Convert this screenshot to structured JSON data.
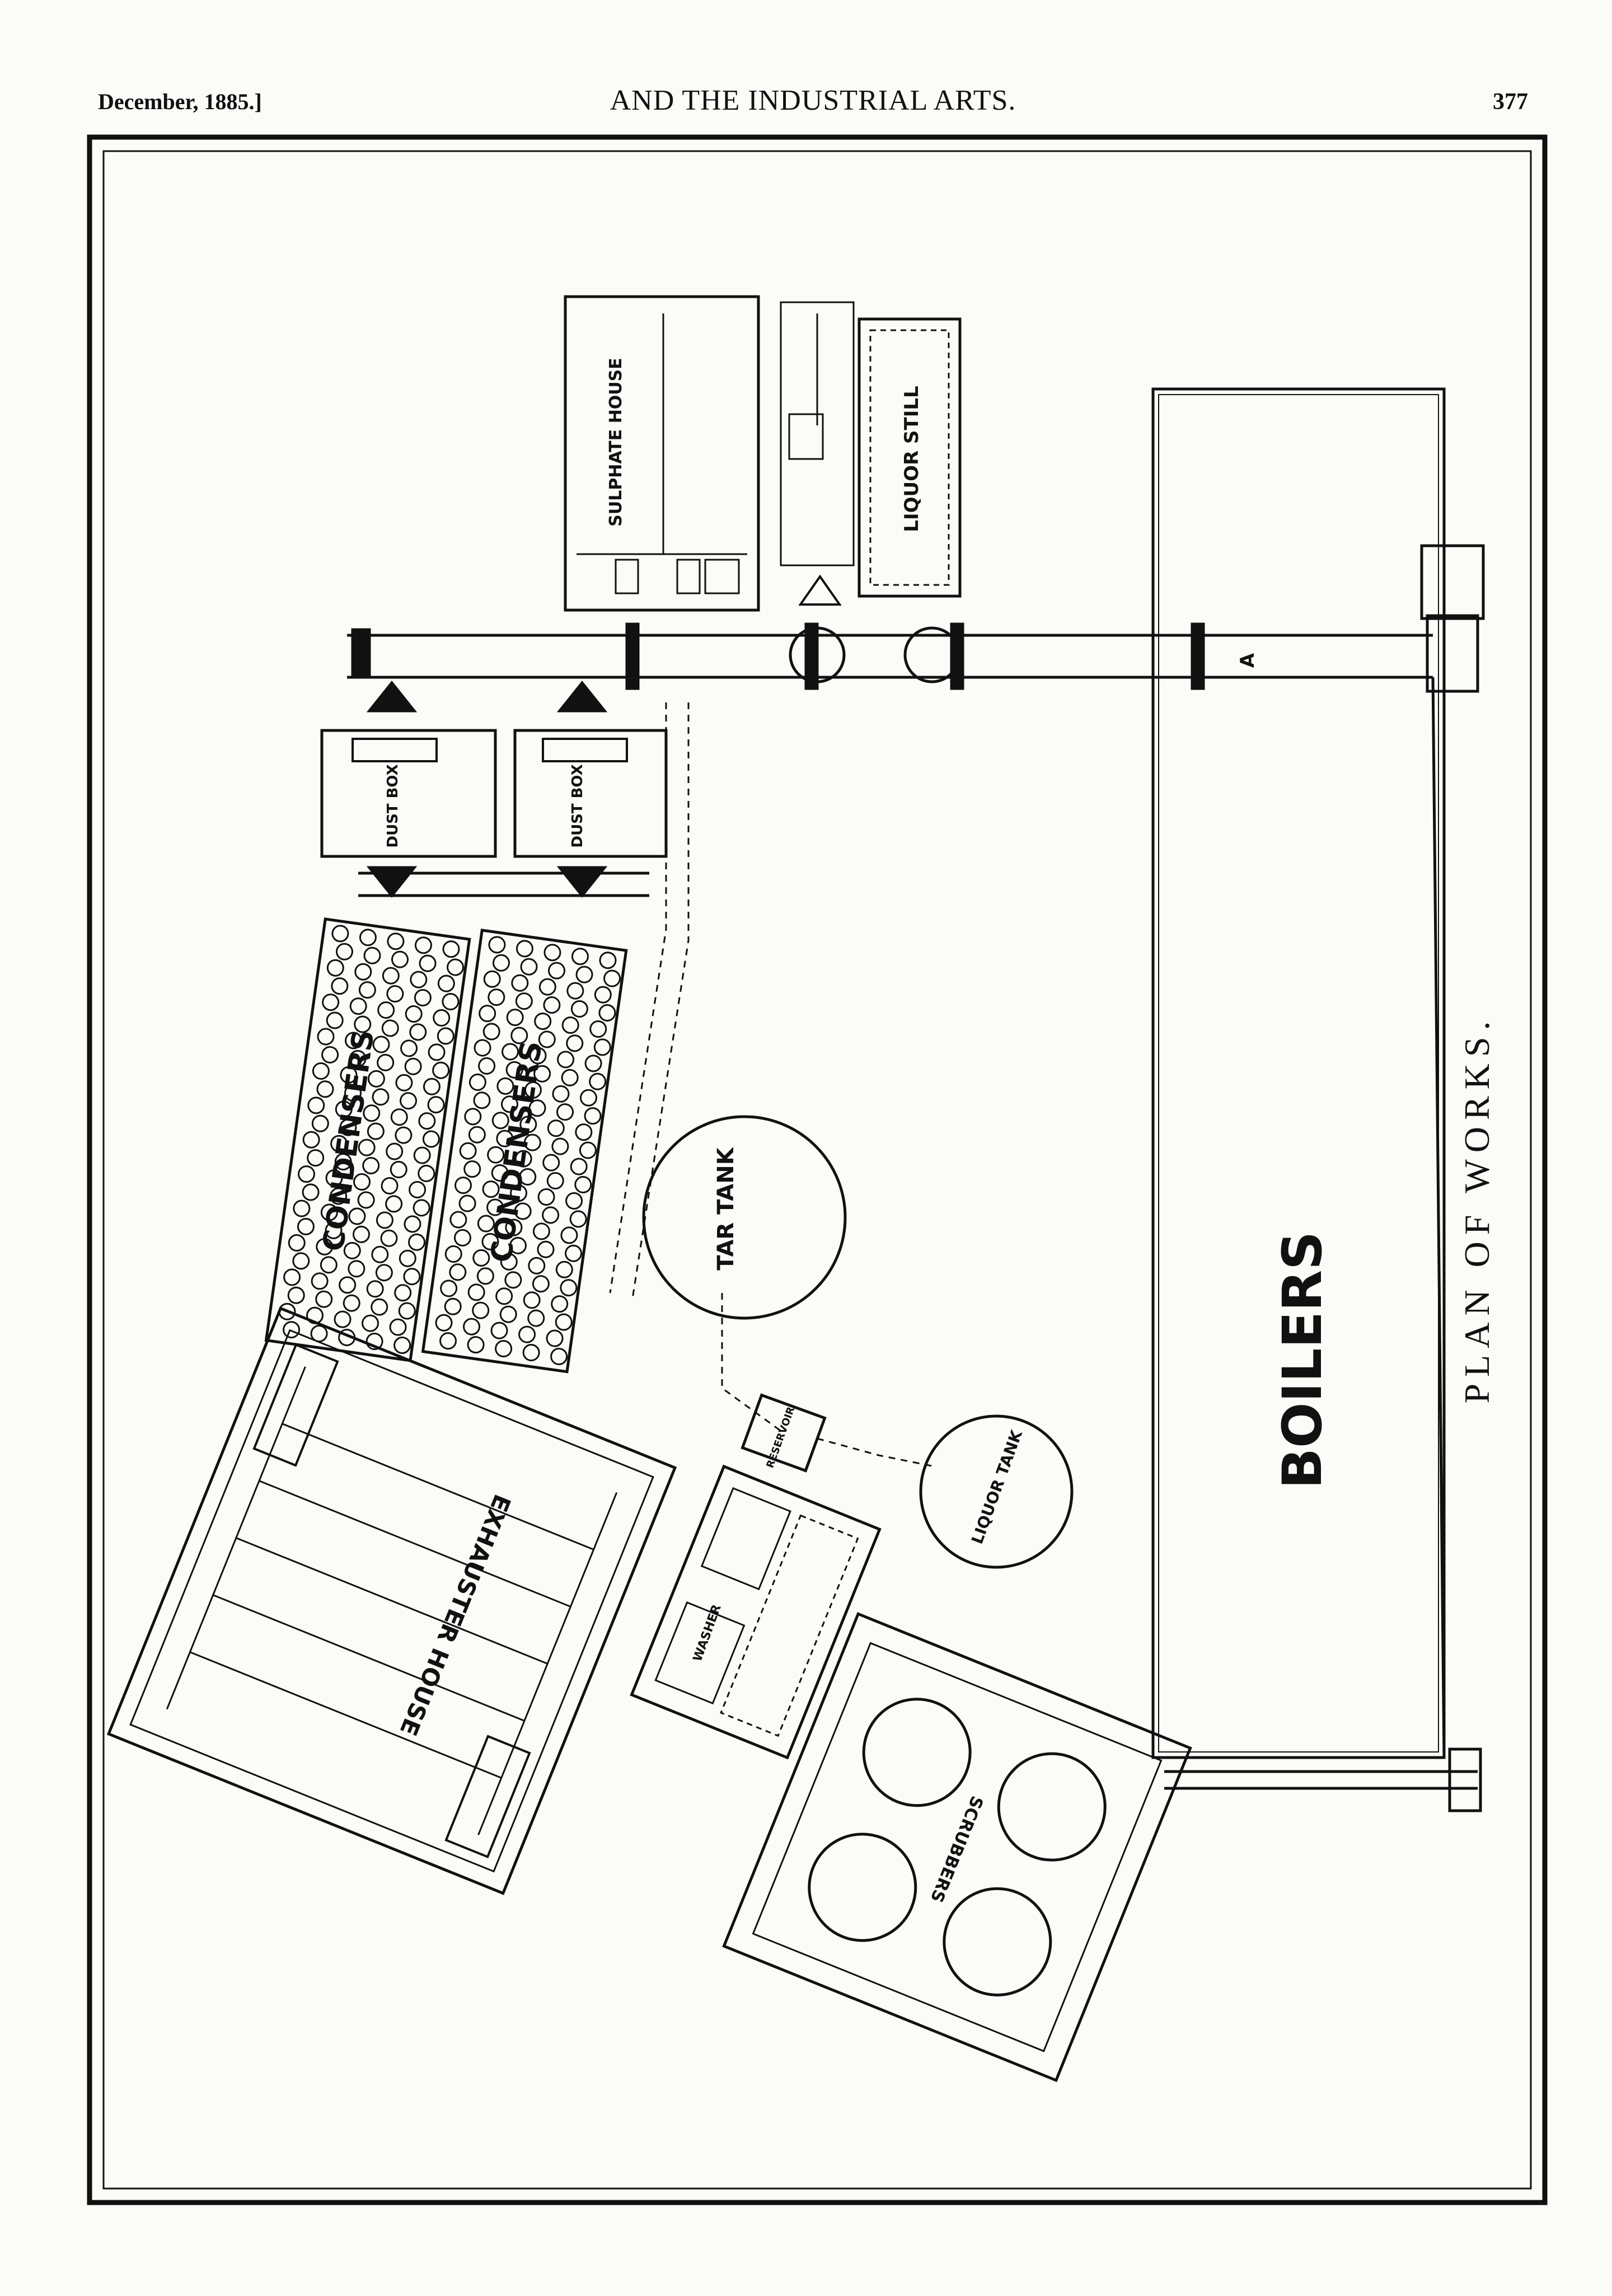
{
  "header": {
    "date": "December, 1885.]",
    "title": "AND THE INDUSTRIAL ARTS.",
    "page_number": "377"
  },
  "plan": {
    "caption": "PLAN OF WORKS.",
    "labels": {
      "boilers": "BOILERS",
      "sulphate_house": "SULPHATE HOUSE",
      "liquor_still": "LIQUOR STILL",
      "dust_box": "DUST BOX",
      "condensers": "CONDENSERS",
      "tar_tank": "TAR TANK",
      "liquor_tank": "LIQUOR TANK",
      "exhauster_house": "EXHAUSTER HOUSE",
      "scrubbers": "SCRUBBERS",
      "washer": "WASHER",
      "reservoir": "RESERVOIR",
      "pipe_a": "A"
    }
  }
}
